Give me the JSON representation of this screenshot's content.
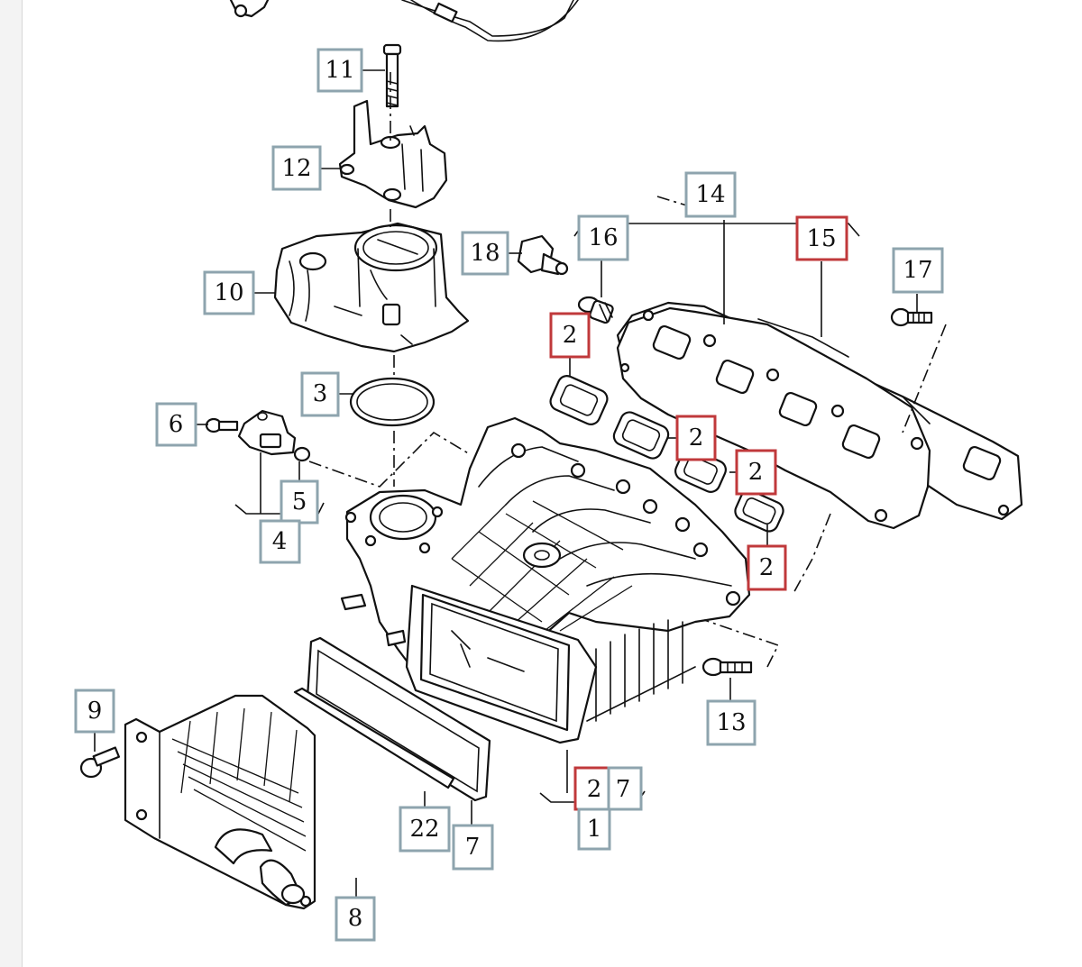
{
  "callouts": [
    {
      "label": "11",
      "style": "blue"
    },
    {
      "label": "12",
      "style": "blue"
    },
    {
      "label": "10",
      "style": "blue"
    },
    {
      "label": "18",
      "style": "blue"
    },
    {
      "label": "16",
      "style": "blue"
    },
    {
      "label": "14",
      "style": "blue"
    },
    {
      "label": "15",
      "style": "red"
    },
    {
      "label": "17",
      "style": "blue"
    },
    {
      "label": "2",
      "style": "red"
    },
    {
      "label": "3",
      "style": "blue"
    },
    {
      "label": "6",
      "style": "blue"
    },
    {
      "label": "5",
      "style": "blue"
    },
    {
      "label": "4",
      "style": "blue"
    },
    {
      "label": "2",
      "style": "red"
    },
    {
      "label": "2",
      "style": "red"
    },
    {
      "label": "2",
      "style": "red"
    },
    {
      "label": "13",
      "style": "blue"
    },
    {
      "label": "9",
      "style": "blue"
    },
    {
      "label": "2",
      "style": "red"
    },
    {
      "label": "7",
      "style": "blue"
    },
    {
      "label": "1",
      "style": "blue"
    },
    {
      "label": "22",
      "style": "blue"
    },
    {
      "label": "7",
      "style": "blue"
    },
    {
      "label": "8",
      "style": "blue"
    }
  ],
  "colors": {
    "callout_blue": "#8ea4ae",
    "callout_red": "#c0393b",
    "line": "#111111",
    "page": "#ffffff"
  }
}
